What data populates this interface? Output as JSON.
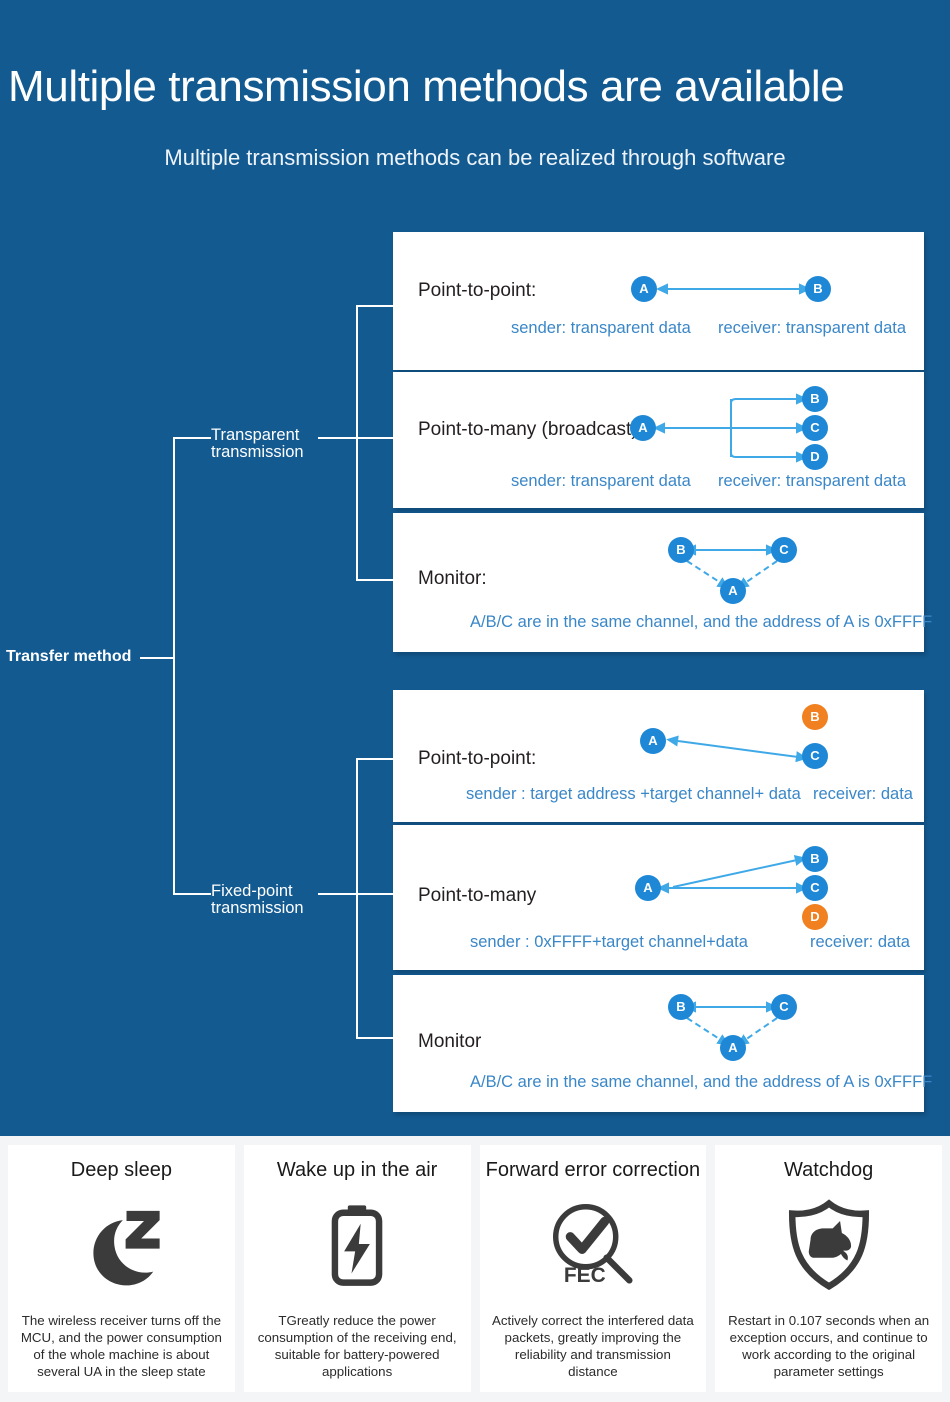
{
  "header": {
    "title": "Multiple transmission methods are available",
    "subtitle": "Multiple transmission methods can be realized through software"
  },
  "tree": {
    "root_label": "Transfer method",
    "branches": [
      {
        "label_line1": "Transparent",
        "label_line2": "transmission"
      },
      {
        "label_line1": "Fixed-point",
        "label_line2": "transmission"
      }
    ]
  },
  "boxes": [
    {
      "name": "transparent-point-to-point",
      "title": "Point-to-point:",
      "caption_left": "sender: transparent data",
      "caption_right": "receiver: transparent data",
      "nodes": [
        {
          "label": "A",
          "color": "blue"
        },
        {
          "label": "B",
          "color": "blue"
        }
      ]
    },
    {
      "name": "transparent-point-to-many",
      "title": "Point-to-many (broadcast):",
      "caption_left": "sender: transparent data",
      "caption_right": "receiver: transparent data",
      "nodes": [
        {
          "label": "A",
          "color": "blue"
        },
        {
          "label": "B",
          "color": "blue"
        },
        {
          "label": "C",
          "color": "blue"
        },
        {
          "label": "D",
          "color": "blue"
        }
      ]
    },
    {
      "name": "transparent-monitor",
      "title": "Monitor:",
      "caption_left": "A/B/C are in the same channel, and the address of A is 0xFFFF",
      "caption_right": "",
      "nodes": [
        {
          "label": "B",
          "color": "blue"
        },
        {
          "label": "C",
          "color": "blue"
        },
        {
          "label": "A",
          "color": "blue"
        }
      ]
    },
    {
      "name": "fixed-point-point-to-point",
      "title": "Point-to-point:",
      "caption_left": "sender : target address +target channel+ data",
      "caption_right": "receiver: data",
      "nodes": [
        {
          "label": "A",
          "color": "blue"
        },
        {
          "label": "B",
          "color": "orange"
        },
        {
          "label": "C",
          "color": "blue"
        }
      ]
    },
    {
      "name": "fixed-point-point-to-many",
      "title": "Point-to-many",
      "caption_left": "sender : 0xFFFF+target channel+data",
      "caption_right": "receiver: data",
      "nodes": [
        {
          "label": "A",
          "color": "blue"
        },
        {
          "label": "B",
          "color": "blue"
        },
        {
          "label": "C",
          "color": "blue"
        },
        {
          "label": "D",
          "color": "orange"
        }
      ]
    },
    {
      "name": "fixed-point-monitor",
      "title": "Monitor",
      "caption_left": "A/B/C are in the same channel, and the address of A is 0xFFFF",
      "caption_right": "",
      "nodes": [
        {
          "label": "B",
          "color": "blue"
        },
        {
          "label": "C",
          "color": "blue"
        },
        {
          "label": "A",
          "color": "blue"
        }
      ]
    }
  ],
  "features": [
    {
      "icon": "moon-z-sleep-icon",
      "title": "Deep sleep",
      "desc": "The wireless receiver turns off the MCU, and the power consumption of the whole machine is about several UA in the sleep state"
    },
    {
      "icon": "battery-bolt-icon",
      "title": "Wake up in the air",
      "desc": "TGreatly reduce the power consumption of the receiving end, suitable for battery-powered applications"
    },
    {
      "icon": "magnifier-check-fec-icon",
      "title": "Forward error correction",
      "desc": "Actively correct the interfered data packets, greatly improving the reliability and transmission distance"
    },
    {
      "icon": "shield-dog-icon",
      "title": "Watchdog",
      "desc": "Restart in 0.107 seconds when an exception occurs, and continue to work according to the original parameter settings"
    }
  ],
  "colors": {
    "background_blue": "#135a91",
    "node_blue": "#1f88d6",
    "node_orange": "#f08020",
    "arrow_blue": "#3fa9e8",
    "caption_blue": "#3a87c8",
    "card_background": "#ffffff",
    "page_background": "#f4f5f7"
  }
}
